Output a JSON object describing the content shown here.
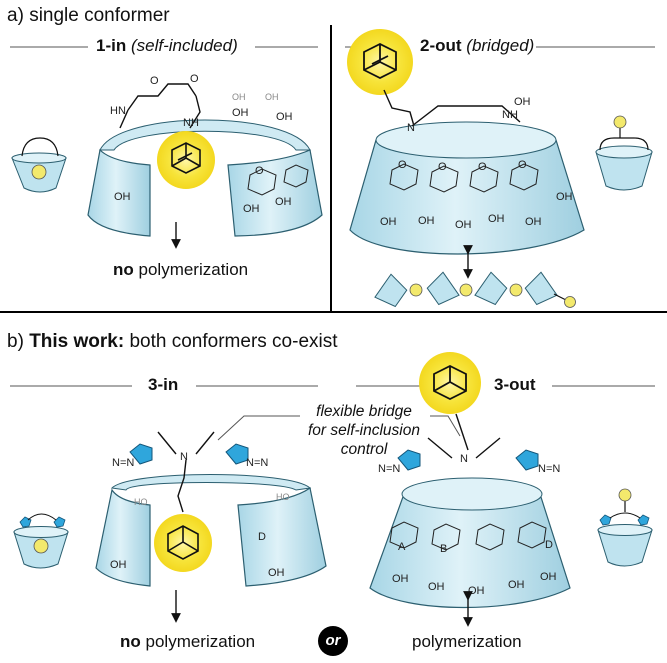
{
  "panel_a": {
    "title_prefix": "a)",
    "title": "single conformer",
    "left": {
      "name": "1-in",
      "qualifier": "(self-included)",
      "result_bold": "no",
      "result_rest": " polymerization"
    },
    "right": {
      "name": "2-out",
      "qualifier": "(bridged)"
    }
  },
  "panel_b": {
    "title_prefix": "b)",
    "title_bold": "This work:",
    "title_rest": " both conformers co-exist",
    "left": {
      "name": "3-in",
      "result_bold": "no",
      "result_rest": " polymerization"
    },
    "right": {
      "name": "3-out",
      "result": "polymerization"
    },
    "or_label": "or",
    "bridge_note": [
      "flexible bridge",
      "for self-inclusion",
      "control"
    ]
  },
  "atom_labels": {
    "hn": "HN",
    "nh": "NH",
    "n": "N",
    "oh": "OH",
    "o": "O",
    "ho": "HO",
    "triazole": "N=N",
    "ring_a": "A",
    "ring_b": "B",
    "ring_d": "D"
  },
  "colors": {
    "cd_fill": "#bfe3ef",
    "cd_stroke": "#2c5f70",
    "adamantane_yellow": "#f7e43a",
    "triazole_blue": "#2fa6dc",
    "divider": "#000000"
  }
}
